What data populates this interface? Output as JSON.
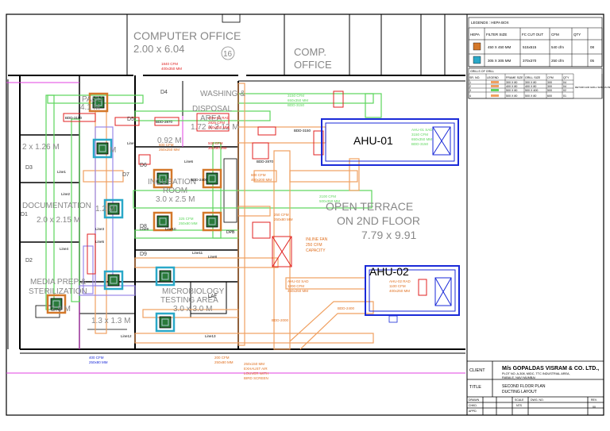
{
  "rooms": {
    "computer_office": {
      "name": "COMPUTER OFFICE",
      "size": "2.00 x 6.04",
      "number": "16"
    },
    "comp_office": {
      "line1": "COMP.",
      "line2": "OFFICE"
    },
    "washing": {
      "line1": "WASHING &",
      "line2": "DISPOSAL",
      "line3": "AREA",
      "size": "1.72 x 2.12 M"
    },
    "pass": {
      "name": "PASS",
      "size": "4.1 M"
    },
    "documentation": {
      "name": "DOCUMENTATION",
      "size": "2.0 x 2.15 M"
    },
    "incubation": {
      "line1": "INCUBATION",
      "line2": "ROOM",
      "size": "3.0 x 2.5 M"
    },
    "media_prep": {
      "line1": "MEDIA PREP &",
      "line2": "STERILIZATION",
      "size": "2.9 M"
    },
    "microbiology": {
      "line1": "MICROBIOLOGY",
      "line2": "TESTING AREA",
      "size": "3.0 x 3.0 M"
    },
    "open_terrace": {
      "line1": "OPEN TERRACE",
      "line2": "ON 2ND FLOOR",
      "size": "7.79 x 9.91"
    },
    "left_small": {
      "size": "2 x 1.26 M"
    },
    "corridor": {
      "size": "0.92 M"
    },
    "mid_small": {
      "size": "1.2 M"
    },
    "low_small": {
      "size": "1.3 x 1.3 M"
    },
    "top_small": {
      "size": "M"
    }
  },
  "equipment": {
    "ahu1": "AHU-01",
    "ahu2": "AHU-02",
    "inline_fan": {
      "line1": "INLINE FAN",
      "line2": "250 CFM",
      "line3": "CAPACITY"
    },
    "laf": "LAF",
    "dpb": "DPB"
  },
  "doors": [
    "D1",
    "D2",
    "D3",
    "D4",
    "D5",
    "D6",
    "D7",
    "D8",
    "D9"
  ],
  "duct_labels": {
    "top_cfm": "1840 CFM",
    "top_size": "400x350 MM",
    "bdd1": "BDD-3150",
    "bdd2": "BDD-2870",
    "bdd3": "BDD-3150",
    "bdd4": "BDD-2400",
    "bdd5": "BDD-2870",
    "ahu1_rad": "AHU-01 RAD",
    "ahu1_rad_cfm": "2825 CFM",
    "ahu1_rad_size": "650x350 MM",
    "ahu1_sad": "AHU-01 SAD",
    "ahu1_sad_cfm": "3150 CFM",
    "ahu1_sad_size": "650x350 MM",
    "ahu1_sad_bdd": "BDD-3150",
    "green_top": "3150 CFM",
    "green_top_size": "650x350 MM",
    "green_top_bdd": "BDD-3150",
    "cfm500a": "500 CFM",
    "size300a": "300x80 MM",
    "cfm500b": "500 CFM",
    "size250": "250x250 MM",
    "cfm600": "600 CFM",
    "size400": "400x200 MM",
    "mid_green": "2100 CFM",
    "mid_green_size": "500x350 MM",
    "cfm325": "325 CFM",
    "size250b": "250x80 MM",
    "cfm250": "250 CFM",
    "size250c": "250x80 MM",
    "ahu2_sad": "AHU-02 SAD",
    "ahu2_sad_cfm": "1200 CFM",
    "ahu2_sad_size": "450x250 MM",
    "ahu2_rad": "AHU-02 RAD",
    "ahu2_rad_cfm": "1100 CFM",
    "ahu2_rad_size": "400x250 MM",
    "bdd_low": "BDD-2400",
    "bdd_low2": "BDD-2000",
    "cfm_bottom1": "400 CFM",
    "size_bottom1": "250x80 MM",
    "cfm_bottom2": "200 CFM",
    "size_bottom2": "250x80 MM",
    "exhaust_size": "250x150 MM",
    "exhaust": "EXHAUST AIR",
    "louver": "LOUVER WITH",
    "bird": "BIRD SCREEN",
    "lines": [
      "Line1",
      "Line2",
      "Line3",
      "Line4",
      "Line5",
      "Line6",
      "Line7",
      "Line8",
      "Line9",
      "Line10",
      "Line11",
      "Line12",
      "Line13"
    ]
  },
  "legend1": {
    "title": "LEGENDS : HEPA BOX",
    "headers": [
      "HEPA",
      "FILTER SIZE",
      "FC CUT OUT",
      "CFM",
      "QTY"
    ],
    "rows": [
      {
        "size": "450 X 450 MM",
        "cut": "515x515",
        "cfm": "540 cfm",
        "qty": "08",
        "color": "#d4782a"
      },
      {
        "size": "305 X 305 MM",
        "cut": "370x370",
        "cfm": "250 cfm",
        "qty": "05",
        "color": "#2aa8c8"
      }
    ]
  },
  "legend2": {
    "title": "GRILLS OF GRILL",
    "headers": [
      "SR. NO.",
      "LEGEND",
      "FRAME SIZE",
      "GRILL SIZE",
      "CFM",
      "QTY"
    ],
    "rows": [
      [
        "1",
        "",
        "300 X 80",
        "300 X 80",
        "300",
        "04"
      ],
      [
        "2",
        "",
        "400 X 80",
        "400 X 80",
        "300",
        "04"
      ],
      [
        "3",
        "",
        "500 X 80",
        "500 X 400",
        "500",
        "02"
      ],
      [
        "4",
        "",
        "500 X 80",
        "500 X 80",
        "600",
        "01"
      ]
    ],
    "note": "RETURN AIR GRILL SIZE AS PER DUCT"
  },
  "title_block": {
    "client_label": "CLIENT",
    "client": "M/s GOPALDAS VISRAM & CO. LTD.,",
    "address1": "PLOT NO. A-308, MIDC, TTC INDUSTRIAL AREA,",
    "address2": "RABALE, NAVI MUMBAI",
    "title_label": "TITLE",
    "title1": "SECOND FLOOR PLAN",
    "title2": "DUCTING LAYOUT",
    "row_labels": [
      "DRAWN",
      "CHKD.",
      "APPD."
    ],
    "scale_label": "SCALE",
    "scale_value": "NTS",
    "dwg_label": "DWG. NO.",
    "rev_label": "REV.",
    "rev_value": "00"
  },
  "colors": {
    "supply_duct": "#f0a060",
    "return_duct": "#5cd65c",
    "exhaust_duct": "#9a88e8",
    "wall": "#000000",
    "hepa_orange": "#d4782a",
    "hepa_cyan": "#2aa8c8",
    "magenta_line": "#e040e0",
    "red_fitting": "#e02020"
  }
}
